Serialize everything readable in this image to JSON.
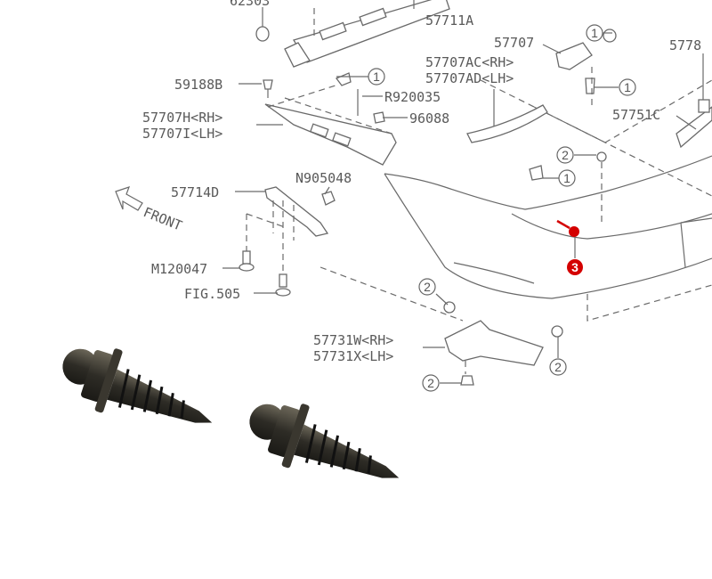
{
  "labels": {
    "top_cut": "62303",
    "p57711A": "57711A",
    "p57707": "57707",
    "p5778": "5778",
    "p57707AC": "57707AC<RH>",
    "p57707AD": "57707AD<LH>",
    "p59188B": "59188B",
    "pR920035": "R920035",
    "p57707H": "57707H<RH>",
    "p57707I": "57707I<LH>",
    "p96088": "96088",
    "p57751C": "57751C",
    "pN905048": "N905048",
    "p57714D": "57714D",
    "front": "FRONT",
    "pM120047": "M120047",
    "pFIG505": "FIG.505",
    "p57731W": "57731W<RH>",
    "p57731X": "57731X<LH>"
  },
  "callouts": {
    "one": "1",
    "two": "2",
    "three": "3"
  },
  "colors": {
    "line": "#6a6a6a",
    "text": "#5a5a5a",
    "highlight": "#d40000",
    "screw": "#2e2c26"
  }
}
